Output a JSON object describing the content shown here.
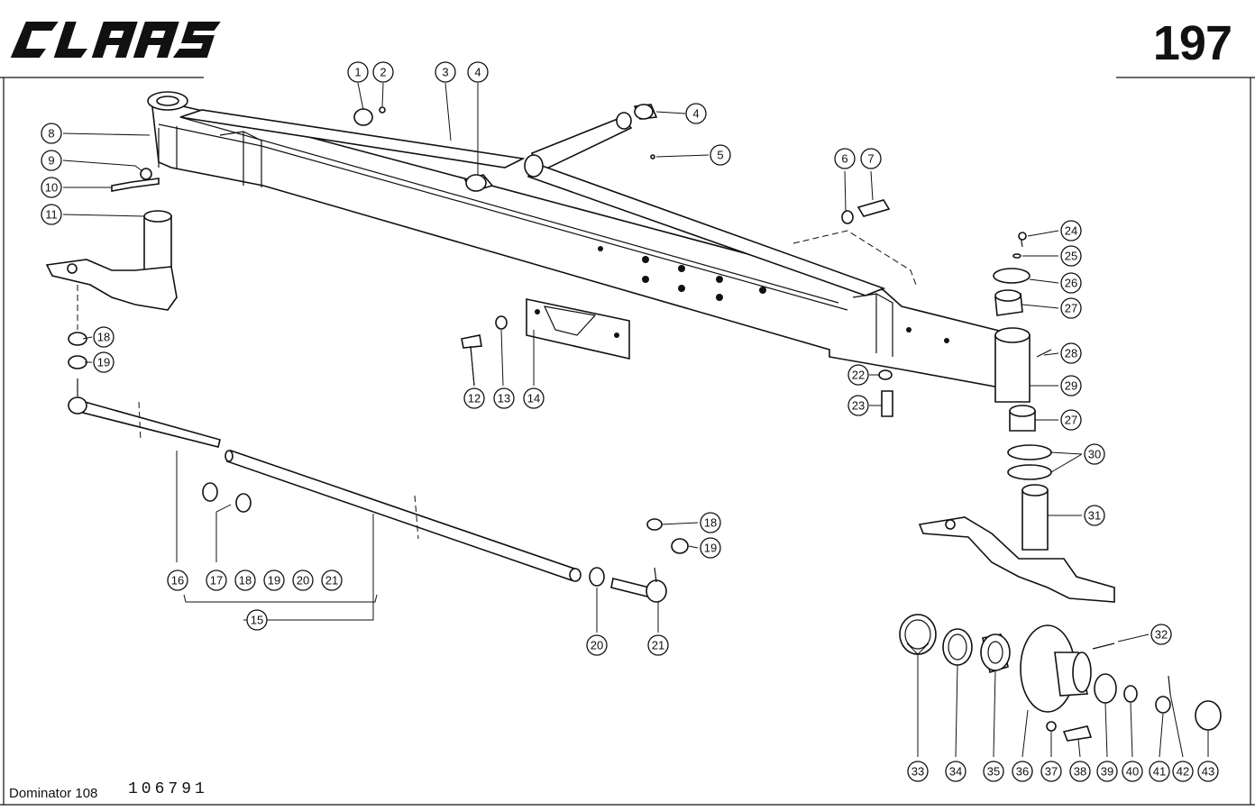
{
  "header": {
    "brand": "CLAAS",
    "page_number": "197"
  },
  "footer": {
    "model": "Dominator 108",
    "drawing_code": "106791"
  },
  "callouts": [
    {
      "id": "c1",
      "label": "1"
    },
    {
      "id": "c2",
      "label": "2"
    },
    {
      "id": "c3",
      "label": "3"
    },
    {
      "id": "c4a",
      "label": "4"
    },
    {
      "id": "c4b",
      "label": "4"
    },
    {
      "id": "c5",
      "label": "5"
    },
    {
      "id": "c6",
      "label": "6"
    },
    {
      "id": "c7",
      "label": "7"
    },
    {
      "id": "c8",
      "label": "8"
    },
    {
      "id": "c9",
      "label": "9"
    },
    {
      "id": "c10",
      "label": "10"
    },
    {
      "id": "c11",
      "label": "11"
    },
    {
      "id": "c12",
      "label": "12"
    },
    {
      "id": "c13",
      "label": "13"
    },
    {
      "id": "c14",
      "label": "14"
    },
    {
      "id": "c15",
      "label": "15"
    },
    {
      "id": "c16",
      "label": "16"
    },
    {
      "id": "c17",
      "label": "17"
    },
    {
      "id": "c18a",
      "label": "18"
    },
    {
      "id": "c18b",
      "label": "18"
    },
    {
      "id": "c18c",
      "label": "18"
    },
    {
      "id": "c19a",
      "label": "19"
    },
    {
      "id": "c19b",
      "label": "19"
    },
    {
      "id": "c19c",
      "label": "19"
    },
    {
      "id": "c20a",
      "label": "20"
    },
    {
      "id": "c20b",
      "label": "20"
    },
    {
      "id": "c21a",
      "label": "21"
    },
    {
      "id": "c21b",
      "label": "21"
    },
    {
      "id": "c22",
      "label": "22"
    },
    {
      "id": "c23",
      "label": "23"
    },
    {
      "id": "c24",
      "label": "24"
    },
    {
      "id": "c25",
      "label": "25"
    },
    {
      "id": "c26",
      "label": "26"
    },
    {
      "id": "c27a",
      "label": "27"
    },
    {
      "id": "c27b",
      "label": "27"
    },
    {
      "id": "c28",
      "label": "28"
    },
    {
      "id": "c29",
      "label": "29"
    },
    {
      "id": "c30",
      "label": "30"
    },
    {
      "id": "c31",
      "label": "31"
    },
    {
      "id": "c32",
      "label": "32"
    },
    {
      "id": "c33",
      "label": "33"
    },
    {
      "id": "c34",
      "label": "34"
    },
    {
      "id": "c35",
      "label": "35"
    },
    {
      "id": "c36",
      "label": "36"
    },
    {
      "id": "c37",
      "label": "37"
    },
    {
      "id": "c38",
      "label": "38"
    },
    {
      "id": "c39",
      "label": "39"
    },
    {
      "id": "c40",
      "label": "40"
    },
    {
      "id": "c41",
      "label": "41"
    },
    {
      "id": "c42",
      "label": "42"
    },
    {
      "id": "c43",
      "label": "43"
    }
  ]
}
